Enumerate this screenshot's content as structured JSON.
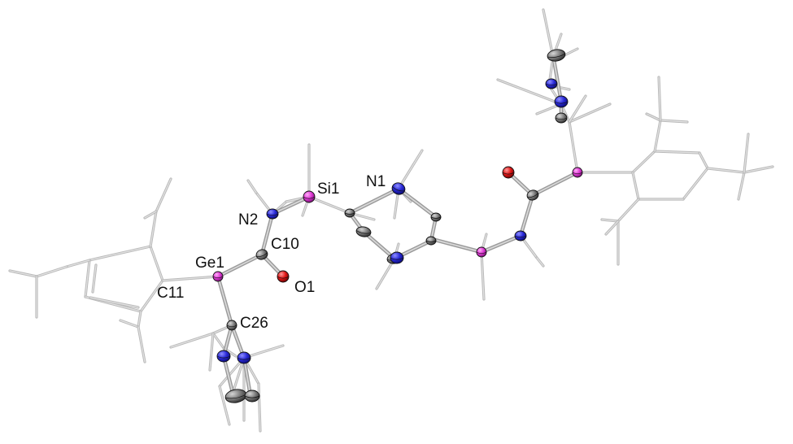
{
  "labels": {
    "si1": "Si1",
    "n1": "N1",
    "n2": "N2",
    "c10": "C10",
    "ge1": "Ge1",
    "o1": "O1",
    "c11": "C11",
    "c26": "C26"
  },
  "colors": {
    "carbon": "#6f6f6f",
    "nitrogen": "#2b2bd6",
    "oxygen": "#e01818",
    "germanium_silicon": "#e03ad6",
    "wireframe": "#b9b9b9",
    "background": "#ffffff"
  }
}
